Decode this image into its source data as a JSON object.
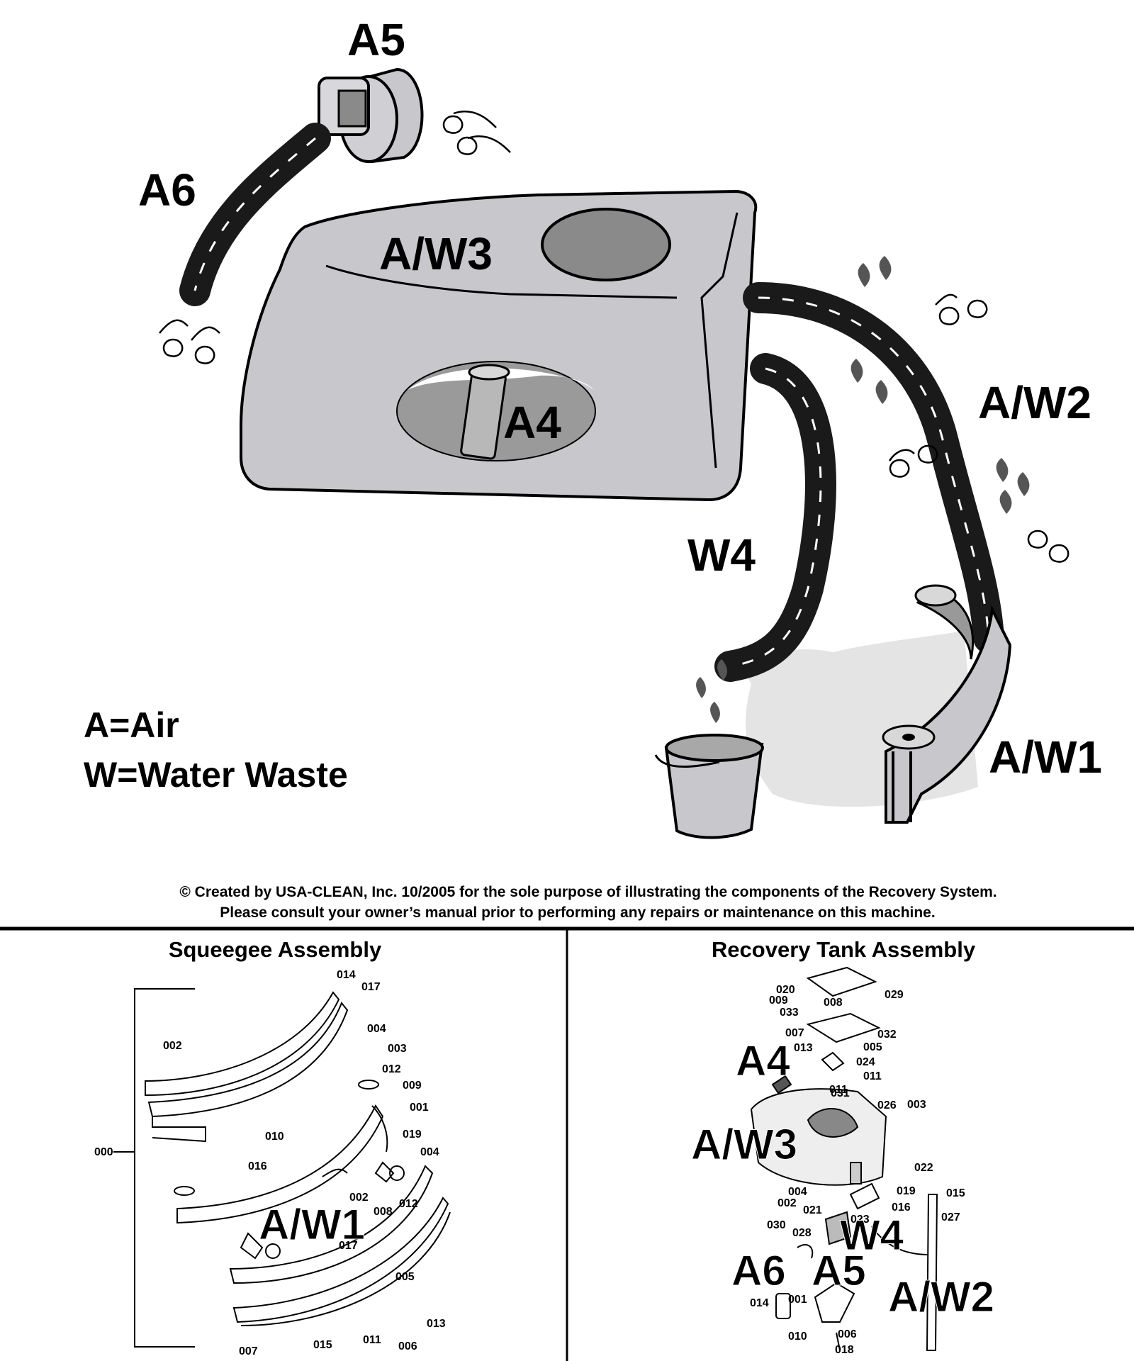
{
  "diagram": {
    "labels": {
      "a5": "A5",
      "a6": "A6",
      "aw3": "A/W3",
      "a4": "A4",
      "aw2": "A/W2",
      "w4": "W4",
      "aw1": "A/W1"
    },
    "legend": {
      "line1": "A=Air",
      "line2": "W=Water Waste"
    },
    "credit": {
      "line1": "© Created by USA-CLEAN, Inc. 10/2005 for the sole purpose of illustrating the components of the Recovery System.",
      "line2": "Please consult your owner’s manual prior to performing any repairs or maintenance on this machine."
    }
  },
  "squeegee_panel": {
    "title": "Squeegee Assembly",
    "overlay_label": "A/W1",
    "callouts": [
      "014",
      "017",
      "002",
      "004",
      "003",
      "012",
      "009",
      "001",
      "019",
      "004",
      "010",
      "016",
      "000",
      "002",
      "008",
      "012",
      "017",
      "005",
      "013",
      "011",
      "006",
      "015",
      "007"
    ]
  },
  "recovery_panel": {
    "title": "Recovery Tank Assembly",
    "overlay_labels": {
      "a4": "A4",
      "aw3": "A/W3",
      "w4": "W4",
      "a6": "A6",
      "a5": "A5",
      "aw2": "A/W2"
    },
    "callouts": [
      "020",
      "029",
      "009",
      "008",
      "033",
      "007",
      "032",
      "013",
      "005",
      "024",
      "011",
      "011",
      "031",
      "026",
      "003",
      "022",
      "004",
      "019",
      "015",
      "002",
      "021",
      "016",
      "027",
      "023",
      "030",
      "028",
      "014",
      "001",
      "010",
      "006",
      "018"
    ]
  },
  "colors": {
    "tank_fill": "#c8c8cc",
    "window_fill": "#8a8a8a",
    "hose": "#1a1a1a",
    "water": "#e4e4e4"
  }
}
